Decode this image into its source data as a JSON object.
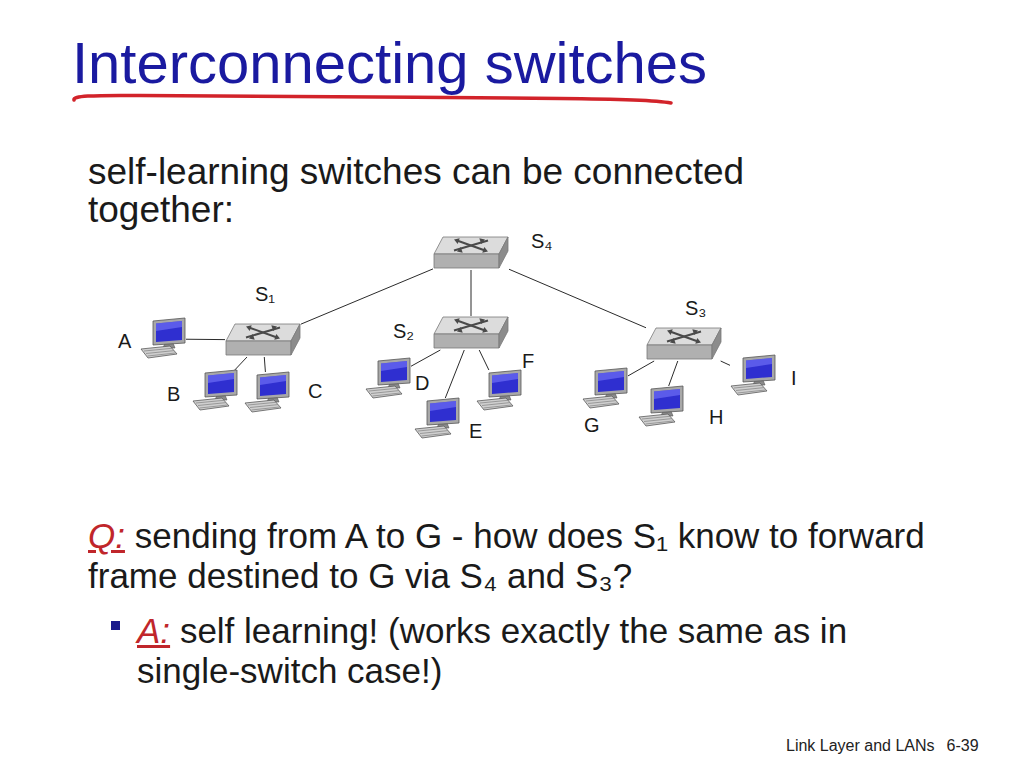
{
  "diagram": {
    "title": "Interconnecting switches",
    "nodes": [
      {
        "text": [
          "S₄"
        ]
      },
      {
        "text": [
          "S₁"
        ]
      },
      {
        "text": [
          "S₂"
        ]
      },
      {
        "text": [
          "S₃"
        ]
      },
      {
        "text": [
          "A"
        ]
      },
      {
        "text": [
          "B"
        ]
      },
      {
        "text": [
          "C"
        ]
      },
      {
        "text": [
          "D"
        ]
      },
      {
        "text": [
          "E"
        ]
      },
      {
        "text": [
          "F"
        ]
      },
      {
        "text": [
          "G"
        ]
      },
      {
        "text": [
          "H"
        ]
      },
      {
        "text": [
          "I"
        ]
      }
    ],
    "edges": [
      {
        "from": 0,
        "to": 1,
        "arrow": "none"
      },
      {
        "from": 0,
        "to": 2,
        "arrow": "none"
      },
      {
        "from": 0,
        "to": 3,
        "arrow": "none"
      },
      {
        "from": 1,
        "to": 4,
        "arrow": "none"
      },
      {
        "from": 1,
        "to": 5,
        "arrow": "none"
      },
      {
        "from": 1,
        "to": 6,
        "arrow": "none"
      },
      {
        "from": 2,
        "to": 7,
        "arrow": "none"
      },
      {
        "from": 2,
        "to": 8,
        "arrow": "none"
      },
      {
        "from": 2,
        "to": 9,
        "arrow": "none"
      },
      {
        "from": 3,
        "to": 10,
        "arrow": "none"
      },
      {
        "from": 3,
        "to": 11,
        "arrow": "none"
      },
      {
        "from": 3,
        "to": 12,
        "arrow": "none"
      }
    ],
    "labels": [
      "self-learning switches can be connected together:",
      "Q:",
      "sending from A to G - how does S₁ know to forward frame destined to G via S₄ and S₃?",
      "A:",
      "self learning! (works exactly the same as in single-switch case!)",
      "Link Layer and LANs",
      "6-39"
    ]
  }
}
